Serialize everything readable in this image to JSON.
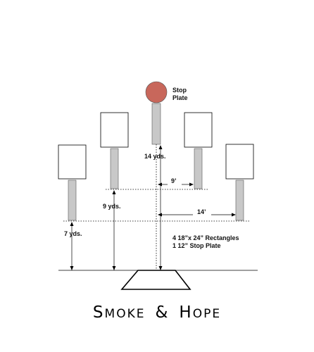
{
  "labels": {
    "stop_plate": [
      "Stop",
      "Plate"
    ],
    "dist_14yds": "14 yds.",
    "dist_9ft": "9’",
    "dist_9yds": "9 yds.",
    "dist_14ft": "14’",
    "dist_7yds": "7 yds.",
    "notes": [
      "4 18”x 24” Rectangles",
      "1 12” Stop Plate"
    ]
  },
  "title": {
    "words": [
      {
        "big": "S",
        "small": "MOKE"
      },
      {
        "big": "&",
        "small": ""
      },
      {
        "big": "H",
        "small": "OPE"
      }
    ]
  },
  "colors": {
    "stop_plate": "#c8675b",
    "post": "#c8c8c8",
    "line": "#000000"
  }
}
